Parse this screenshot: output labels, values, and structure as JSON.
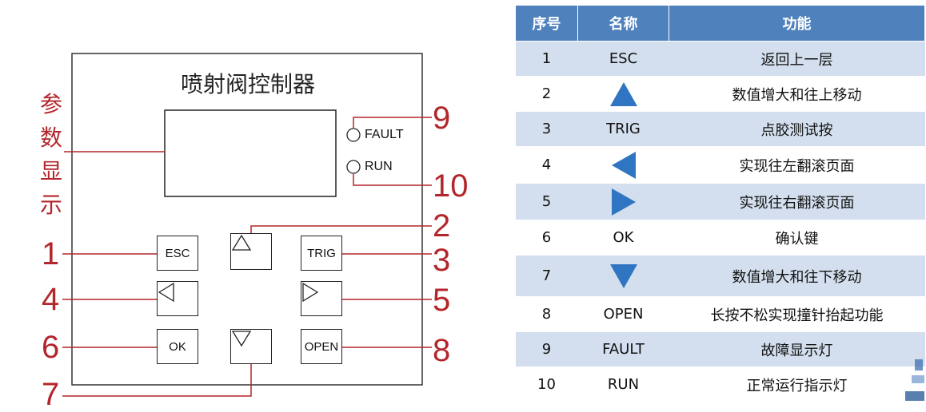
{
  "panel": {
    "title": "喷射阀控制器",
    "param_chars": [
      "参",
      "数",
      "显",
      "示"
    ],
    "leds": {
      "fault": "FAULT",
      "run": "RUN"
    },
    "keys": {
      "esc": "ESC",
      "trig": "TRIG",
      "ok": "OK",
      "open": "OPEN"
    },
    "callouts": {
      "n1": "1",
      "n2": "2",
      "n3": "3",
      "n4": "4",
      "n5": "5",
      "n6": "6",
      "n7": "7",
      "n8": "8",
      "n9": "9",
      "n10": "10"
    }
  },
  "table": {
    "headers": {
      "seq": "序号",
      "name": "名称",
      "func": "功能"
    },
    "rows": [
      {
        "seq": "1",
        "name": "ESC",
        "func": "返回上一层"
      },
      {
        "seq": "2",
        "name": "",
        "icon": "triangle-up-icon",
        "func": "数值增大和往上移动"
      },
      {
        "seq": "3",
        "name": "TRIG",
        "func": "点胶测试按"
      },
      {
        "seq": "4",
        "name": "",
        "icon": "triangle-left-icon",
        "func": "实现往左翻滚页面"
      },
      {
        "seq": "5",
        "name": "",
        "icon": "triangle-right-icon",
        "func": "实现往右翻滚页面"
      },
      {
        "seq": "6",
        "name": "OK",
        "func": "确认键"
      },
      {
        "seq": "7",
        "name": "",
        "icon": "triangle-down-icon",
        "func": "数值增大和往下移动"
      },
      {
        "seq": "8",
        "name": "OPEN",
        "func": "长按不松实现撞针抬起功能"
      },
      {
        "seq": "9",
        "name": "FAULT",
        "func": "故障显示灯"
      },
      {
        "seq": "10",
        "name": "RUN",
        "func": "正常运行指示灯"
      }
    ]
  },
  "colors": {
    "callout_red": "#b3262b",
    "header_blue": "#4f81bd",
    "band_blue": "#d3dfee",
    "icon_blue": "#2f75c2"
  }
}
